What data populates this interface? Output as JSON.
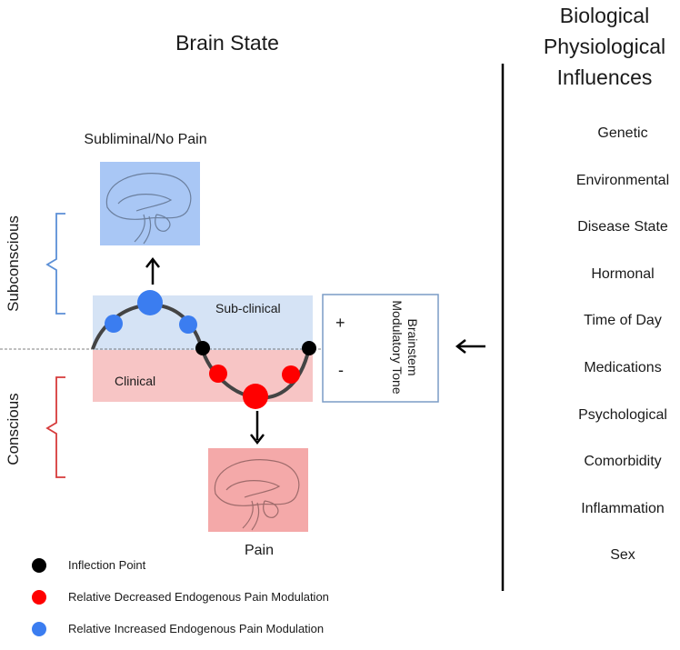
{
  "titles": {
    "brain_state": "Brain State",
    "biological": "Biological Physiological Influences"
  },
  "labels": {
    "subliminal": "Subliminal/No Pain",
    "sub_clinical": "Sub-clinical",
    "clinical": "Clinical",
    "pain": "Pain",
    "plus": "+",
    "minus": "-",
    "tone": "Brainstem Modulatory Tone",
    "subconscious": "Subconscious",
    "conscious": "Conscious"
  },
  "influences": [
    "Genetic",
    "Environmental",
    "Disease State",
    "Hormonal",
    "Time of Day",
    "Medications",
    "Psychological",
    "Comorbidity",
    "Inflammation",
    "Sex"
  ],
  "legend": [
    {
      "label": "Inflection Point",
      "color": "#000000"
    },
    {
      "label": "Relative Decreased Endogenous Pain Modulation",
      "color": "#ff0000"
    },
    {
      "label": "Relative Increased Endogenous Pain Modulation",
      "color": "#3b7df0"
    }
  ],
  "colors": {
    "blue_fill": "#a9c7f5",
    "red_fill": "#f4a9a9",
    "blue_dot": "#3b7df0",
    "red_dot": "#ff0000",
    "bracket_blue": "#5b8fd6",
    "bracket_red": "#d63b3b"
  }
}
